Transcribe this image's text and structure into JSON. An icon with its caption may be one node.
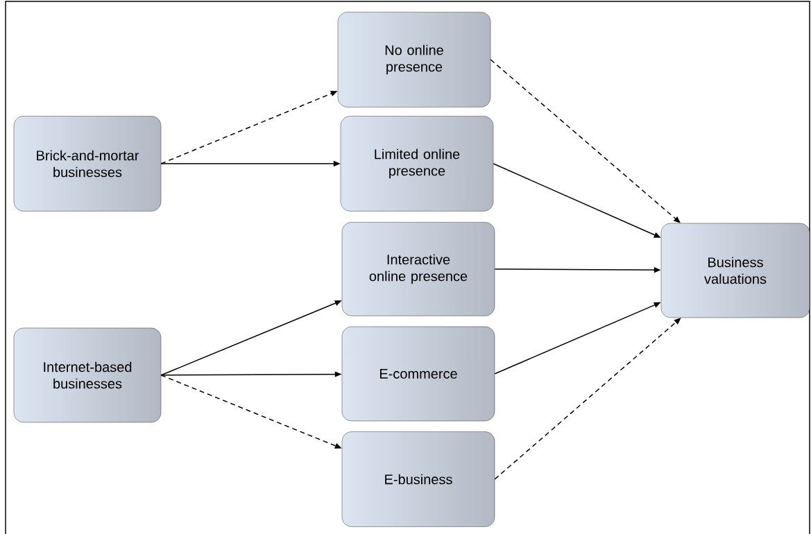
{
  "diagram": {
    "nodes": [
      {
        "text": [
          "Brick-and-mortar businesses"
        ]
      },
      {
        "text": [
          "Internet-based businesses"
        ]
      },
      {
        "text": [
          "No online presence"
        ]
      },
      {
        "text": [
          "Limited online presence"
        ]
      },
      {
        "text": [
          "Interactive online presence"
        ]
      },
      {
        "text": [
          "E-commerce"
        ]
      },
      {
        "text": [
          "E-business"
        ]
      },
      {
        "text": [
          "Business valuations"
        ]
      }
    ],
    "edges": [
      {
        "from": 0,
        "to": 2,
        "arrow": "to",
        "style": "dashed"
      },
      {
        "from": 0,
        "to": 3,
        "arrow": "to"
      },
      {
        "from": 1,
        "to": 4,
        "arrow": "to"
      },
      {
        "from": 1,
        "to": 5,
        "arrow": "to"
      },
      {
        "from": 1,
        "to": 6,
        "arrow": "to",
        "style": "dashed"
      },
      {
        "from": 2,
        "to": 7,
        "arrow": "to",
        "style": "dashed"
      },
      {
        "from": 3,
        "to": 7,
        "arrow": "to"
      },
      {
        "from": 4,
        "to": 7,
        "arrow": "to"
      },
      {
        "from": 5,
        "to": 7,
        "arrow": "to"
      },
      {
        "from": 6,
        "to": 7,
        "arrow": "to",
        "style": "dashed"
      }
    ]
  }
}
